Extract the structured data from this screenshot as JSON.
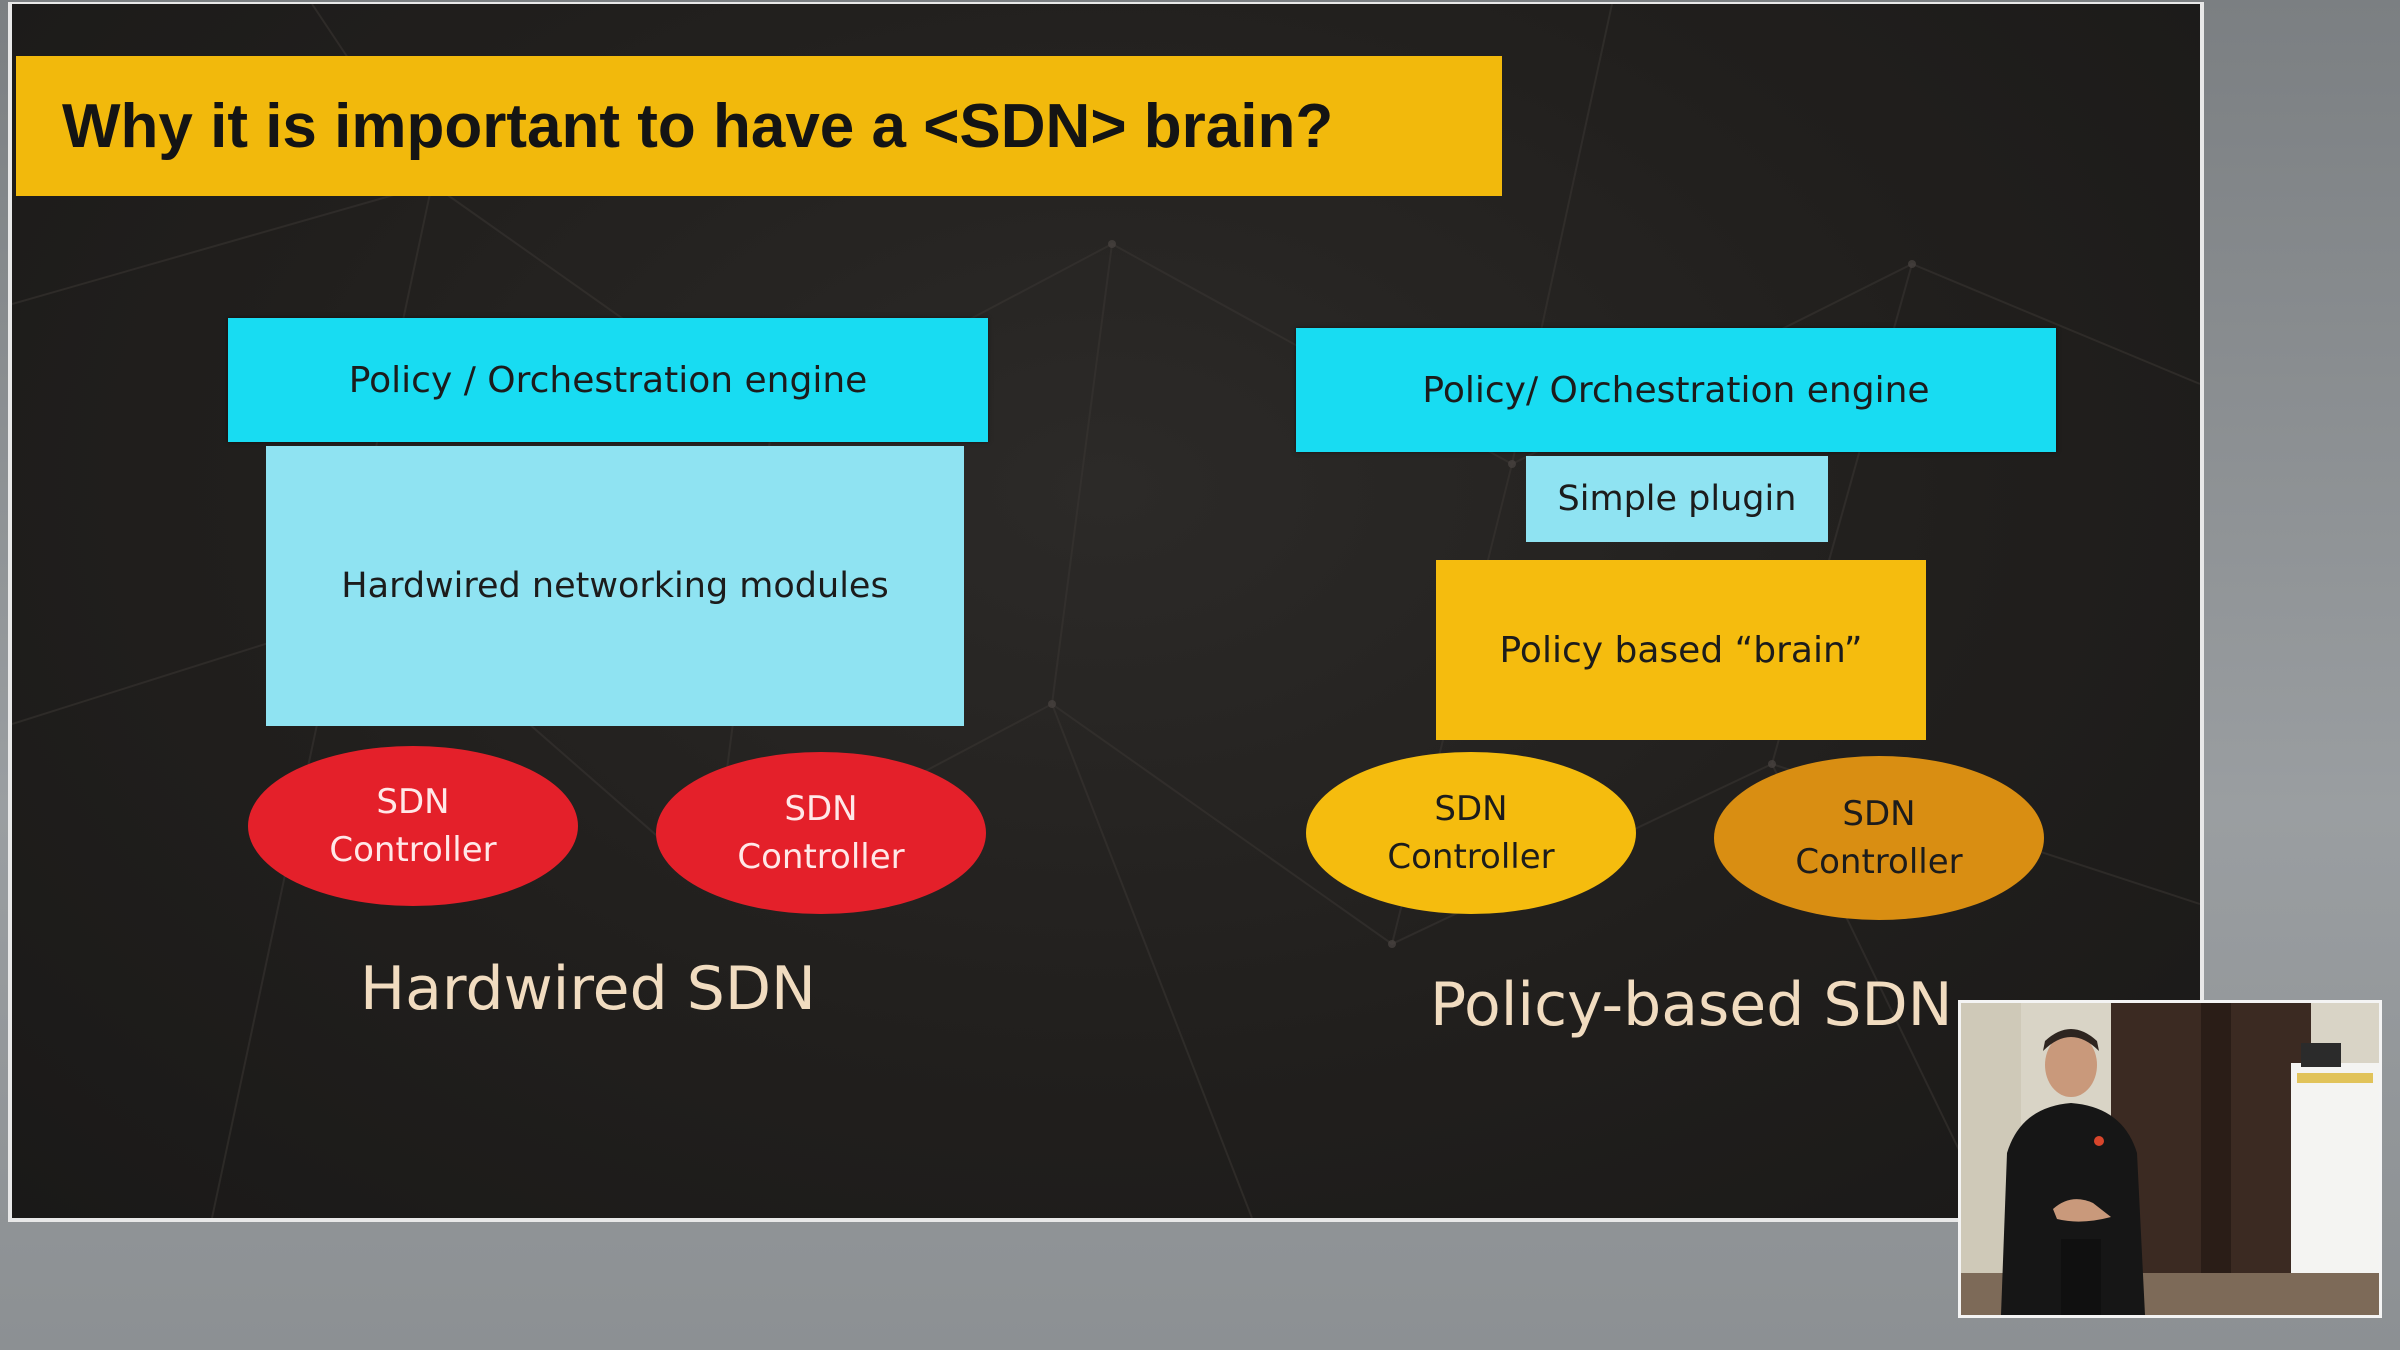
{
  "slide": {
    "title": "Why it is important to have a <SDN> brain?"
  },
  "left_diagram": {
    "orchestration": "Policy / Orchestration engine",
    "modules": "Hardwired networking modules",
    "controller1": [
      "SDN",
      "Controller"
    ],
    "controller2": [
      "SDN",
      "Controller"
    ],
    "label": "Hardwired SDN"
  },
  "right_diagram": {
    "orchestration": "Policy/ Orchestration engine",
    "plugin": "Simple plugin",
    "brain": "Policy based “brain”",
    "controller1": [
      "SDN",
      "Controller"
    ],
    "controller2": [
      "SDN",
      "Controller"
    ],
    "label": "Policy-based SDN"
  },
  "colors": {
    "title_bar": "#f2b90c",
    "cyan": "#18dcf2",
    "pale_cyan": "#8fe3f2",
    "yellow": "#f5bc0e",
    "red": "#e4202a",
    "orange": "#d98e12"
  }
}
